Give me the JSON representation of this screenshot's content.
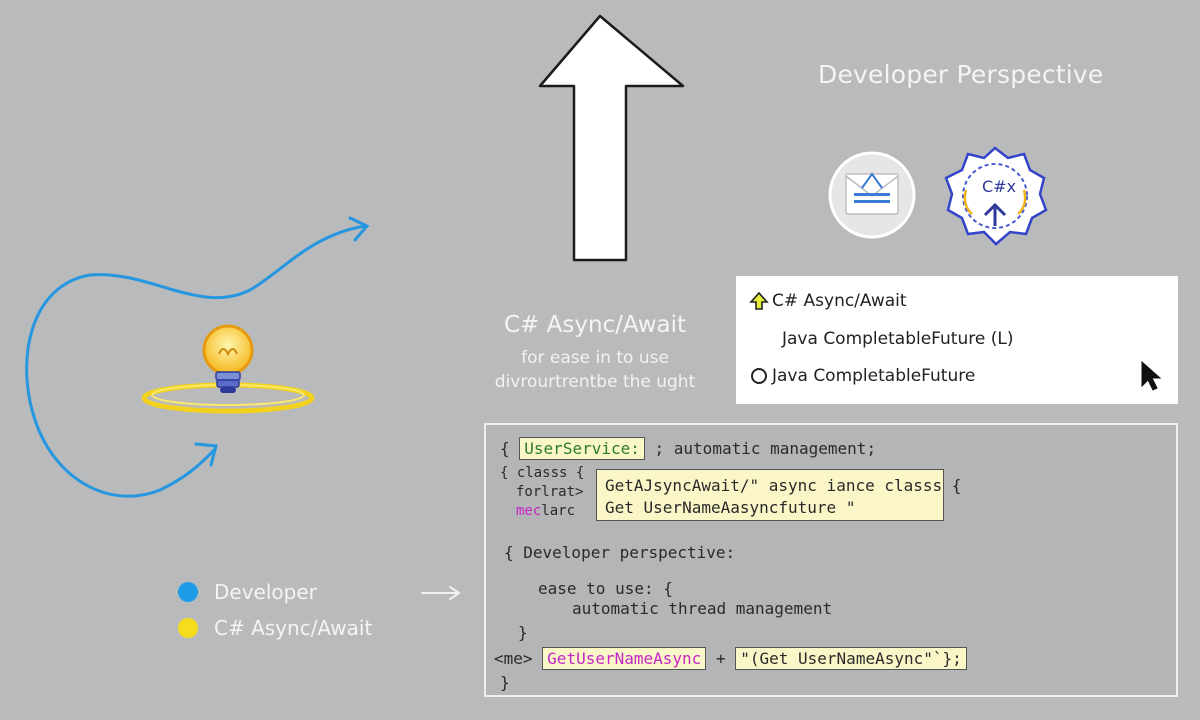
{
  "header": {
    "title": "Developer Perspective"
  },
  "center": {
    "title": "C# Async/Await",
    "subtitle_line1": "for ease in to use",
    "subtitle_line2": "divrourtrentbe the ught"
  },
  "options": [
    {
      "label": "C# Async/Await",
      "marker": "up-arrow-icon"
    },
    {
      "label": "Java CompletableFuture (L)",
      "marker": "none"
    },
    {
      "label": "Java CompletableFuture",
      "marker": "circle-icon"
    }
  ],
  "code": {
    "l1_brace": "{",
    "l1_tag": "UserService:",
    "l1_rest": "; automatic management;",
    "l2_prefix": "{ classs {",
    "l3_prefix": "forlrat>",
    "l4_magenta": "mec",
    "l4_rest": "larc",
    "box_line1": "GetAJsyncAwait/\" async iance classs {",
    "box_line2": "Get UserNameAasyncfuture \"",
    "l5": "{ Developer perspective:",
    "l6": "ease to use: {",
    "l7": "automatic thread management",
    "l8": "}",
    "l9_prefix": "<me>",
    "l9_method": "GetUserNameAsync",
    "l9_plus": "+",
    "l9_string": "\"(Get UserNameAsync\"`};",
    "l10": "}"
  },
  "legend": [
    {
      "label": "Developer",
      "color": "#1e9be8"
    },
    {
      "label": "C# Async/Await",
      "color": "#f5dc1c"
    }
  ],
  "icons": {
    "mail": "mail-icon",
    "csharp_badge": "csharp-badge-icon",
    "lightbulb": "lightbulb-icon",
    "cursor": "mouse-pointer-icon"
  },
  "badge_text": "C#x"
}
